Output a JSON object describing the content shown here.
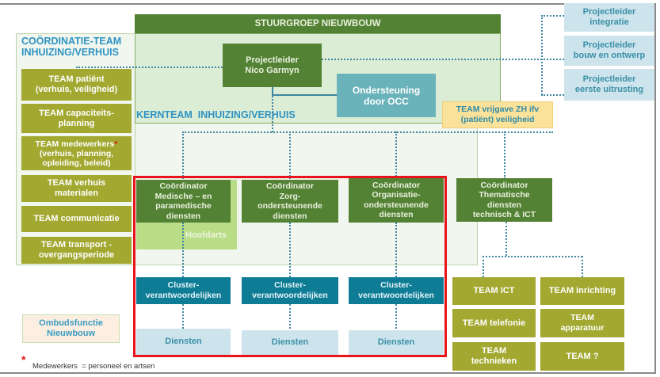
{
  "diagram": {
    "title": "STUURGROEP NIEUWBOUW",
    "coordination_team": {
      "title": "COÖRDINATIE-TEAM INHUIZING/VERHUIS",
      "teams": [
        "TEAM patiënt (verhuis, veiligheid)",
        "TEAM capaciteits-planning",
        "TEAM medewerkers* (verhuis, planning, opleiding, beleid)",
        "TEAM verhuis materialen",
        "TEAM communicatie",
        "TEAM transport - overgangsperiode"
      ],
      "team_lines": [
        [
          "TEAM patiënt",
          "(verhuis, veiligheid)"
        ],
        [
          "TEAM capaciteits-",
          "planning"
        ],
        [
          "TEAM medewerkers",
          "(verhuis, planning,",
          "opleiding, beleid)"
        ],
        [
          "TEAM verhuis",
          "materialen"
        ],
        [
          "TEAM communicatie"
        ],
        [
          "TEAM transport -",
          "overgangsperiode"
        ]
      ],
      "asterisk": "*"
    },
    "kernteam": {
      "title": "KERNTEAM  INHUIZING/VERHUIS",
      "projectleider": [
        "Projectleider",
        "Nico Garmyn"
      ],
      "support": [
        "Ondersteuning",
        "door OCC"
      ],
      "vrijgave": [
        "TEAM vrijgave ZH ifv",
        "(patiënt) veiligheid"
      ]
    },
    "project_leads": [
      [
        "Projectleider",
        "integratie"
      ],
      [
        "Projectleider",
        "bouw en ontwerp"
      ],
      [
        "Projectleider",
        "eerste uitrusting"
      ]
    ],
    "coordinators": [
      [
        "Coördinator",
        "Medische – en",
        "paramedische",
        "diensten"
      ],
      [
        "Coördinator",
        "Zorg-",
        "ondersteunende",
        "diensten"
      ],
      [
        "Coördinator",
        "Organisatie-",
        "ondersteunende",
        "diensten"
      ],
      [
        "Coördinator",
        "Thematische",
        "diensten",
        "technisch & ICT"
      ]
    ],
    "hoofdarts": "Hoofdarts",
    "clusters": [
      [
        "Cluster-",
        "verantwoordelijken"
      ],
      [
        "Cluster-",
        "verantwoordelijken"
      ],
      [
        "Cluster-",
        "verantwoordelijken"
      ]
    ],
    "diensten": [
      "Diensten",
      "Diensten",
      "Diensten"
    ],
    "technical_teams": [
      [
        "TEAM ICT"
      ],
      [
        "TEAM inrichting"
      ],
      [
        "TEAM telefonie"
      ],
      [
        "TEAM",
        "apparatuur"
      ],
      [
        "TEAM",
        "technieken"
      ],
      [
        "TEAM ?"
      ]
    ],
    "ombuds": [
      "Ombudsfunctie",
      "Nieuwbouw"
    ],
    "footnote": {
      "asterisk": "*",
      "text": "Medewerkers  = personeel en artsen"
    }
  },
  "colors": {
    "dark_green": "#548235",
    "olive": "#a2a830",
    "teal": "#0e7c95",
    "teal_light": "#6bb3bb",
    "light_blue": "#cde4ec",
    "highlight_red": "#e8141c",
    "yellow": "#fbe29a",
    "light_green": "#b9dc86"
  }
}
